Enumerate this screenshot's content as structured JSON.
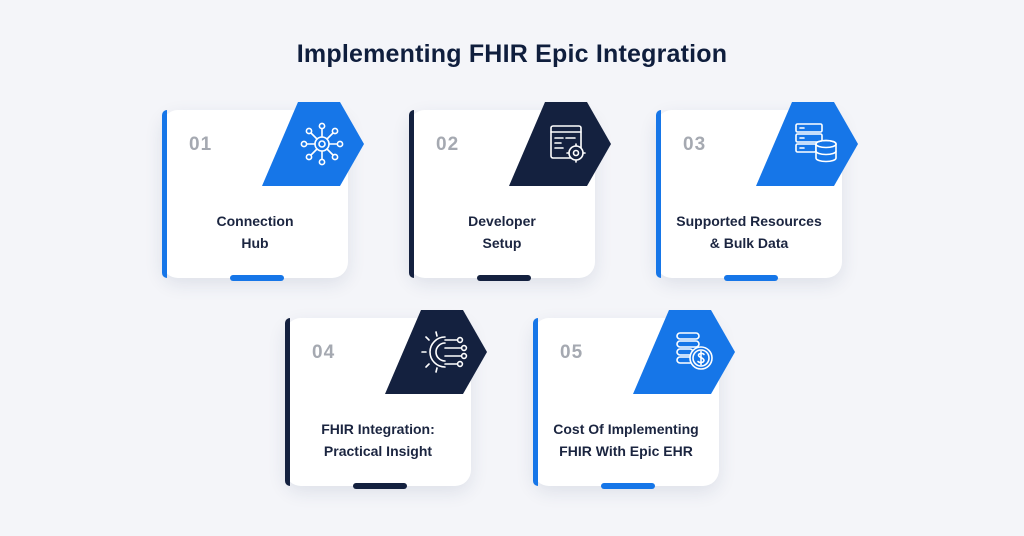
{
  "title": "Implementing FHIR Epic Integration",
  "colors": {
    "blue": "#1676e8",
    "navy": "#14213f",
    "title": "#0f1e3d"
  },
  "steps": [
    {
      "number": "01",
      "line1": "Connection",
      "line2": "Hub",
      "icon": "network-hub-icon",
      "accent": "blue"
    },
    {
      "number": "02",
      "line1": "Developer",
      "line2": "Setup",
      "icon": "code-window-gear-icon",
      "accent": "navy"
    },
    {
      "number": "03",
      "line1": "Supported Resources",
      "line2": "& Bulk Data",
      "icon": "server-database-icon",
      "accent": "blue"
    },
    {
      "number": "04",
      "line1": "FHIR Integration:",
      "line2": "Practical Insight",
      "icon": "gear-circuit-icon",
      "accent": "navy"
    },
    {
      "number": "05",
      "line1": "Cost Of Implementing",
      "line2": "FHIR With Epic EHR",
      "icon": "coins-dollar-icon",
      "accent": "blue"
    }
  ]
}
